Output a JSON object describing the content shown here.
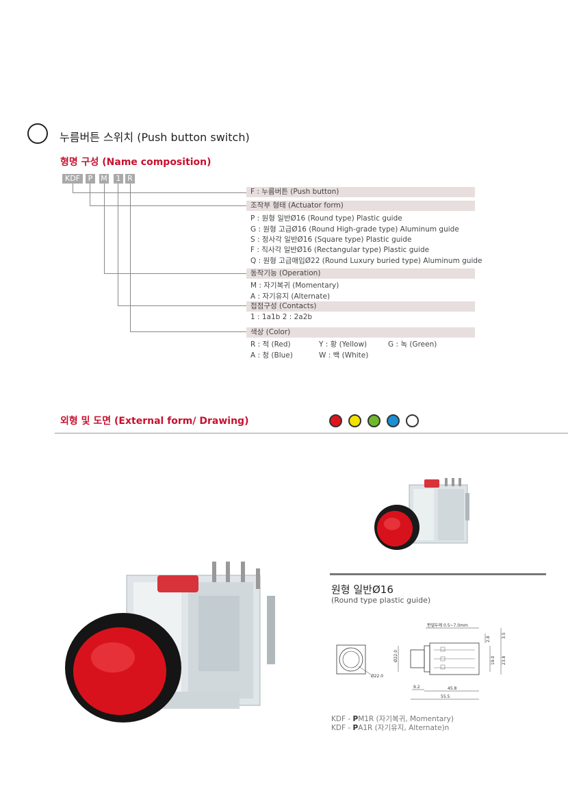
{
  "header": {
    "title": "누름버튼 스위치 (Push button switch)"
  },
  "name_composition": {
    "title": "형명 구성 (Name composition)",
    "codes": [
      "KDF",
      "P",
      "M",
      "1",
      "R"
    ],
    "sections": [
      {
        "label": "F : 누름버튼 (Push button)",
        "items": []
      },
      {
        "label": "조작부 형태 (Actuator form)",
        "items": [
          "P : 원형 일반Ø16 (Round type) Plastic guide",
          "G : 원형 고급Ø16 (Round High-grade type) Aluminum guide",
          "S : 정사각 일반Ø16 (Square type) Plastic guide",
          "F : 직사각 일반Ø16 (Rectangular type) Plastic guide",
          "Q : 원형 고급매입Ø22 (Round Luxury buried type) Aluminum guide"
        ]
      },
      {
        "label": "동작기능 (Operation)",
        "items": [
          "M : 자기복귀 (Momentary)",
          "A : 자기유지 (Alternate)"
        ]
      },
      {
        "label": "접점구성 (Contacts)",
        "items": [
          "1 : 1a1b  2 : 2a2b"
        ]
      },
      {
        "label": "색상 (Color)",
        "colors": [
          [
            "R : 적 (Red)",
            "Y : 황 (Yellow)",
            "G : 녹 (Green)"
          ],
          [
            "A : 청 (Blue)",
            "W : 백 (White)"
          ]
        ]
      }
    ]
  },
  "external": {
    "title": "외형 및 도면 (External form/ Drawing)",
    "color_dots": [
      "#e0141e",
      "#f2e200",
      "#6fb82c",
      "#1a8fd6",
      "#ffffff"
    ],
    "product_title": "원형 일반Ø16",
    "product_subtitle": "(Round type plastic guide)",
    "drawing": {
      "panel_label": "판넬두께 0.5~7.0mm",
      "dims": [
        "2.8",
        "3.5",
        "19.0",
        "23.8",
        "Ø22.0",
        "Ø22.0",
        "9.2",
        "45.8",
        "55.5"
      ]
    },
    "models": [
      {
        "prefix": "KDF - ",
        "bold": "P",
        "rest": "M1R (자기복귀, Momentary)"
      },
      {
        "prefix": "KDF - ",
        "bold": "P",
        "rest": "A1R (자기유지, Alternate)n"
      }
    ]
  }
}
